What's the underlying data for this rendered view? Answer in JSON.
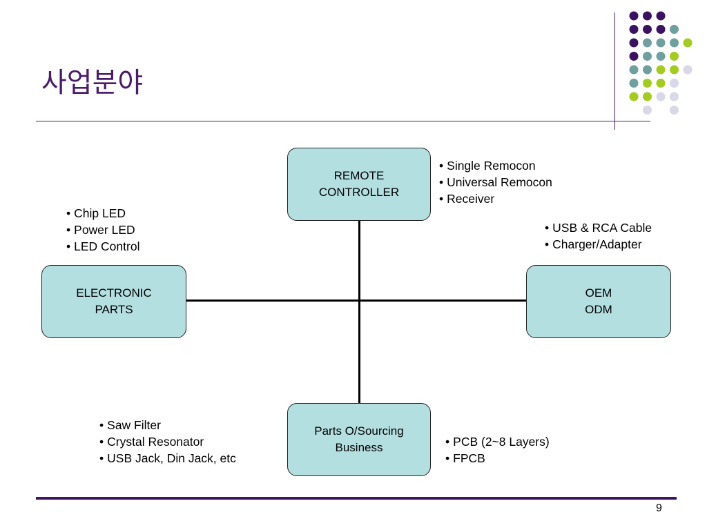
{
  "slide": {
    "title": "사업분야",
    "page_number": "9"
  },
  "colors": {
    "accent_purple": "#4a1a6b",
    "box_fill": "#b4dfe1",
    "dot_purple": "#3b1260",
    "dot_teal": "#6f9f9f",
    "dot_lime": "#a4cc1c",
    "dot_lavender": "#d8d8e8"
  },
  "diagram": {
    "nodes": {
      "remote": {
        "line1": "REMOTE",
        "line2": "CONTROLLER"
      },
      "electronic": {
        "line1": "ELECTRONIC",
        "line2": "PARTS"
      },
      "oem": {
        "line1": "OEM",
        "line2": "ODM"
      },
      "sourcing": {
        "line1": "Parts O/Sourcing",
        "line2": "Business"
      }
    },
    "bullets": {
      "remote": [
        "Single Remocon",
        "Universal Remocon",
        "Receiver"
      ],
      "electronic": [
        "Chip LED",
        "Power LED",
        "LED Control"
      ],
      "oem": [
        "USB & RCA Cable",
        "Charger/Adapter"
      ],
      "sourcing_left": [
        "Saw Filter",
        "Crystal Resonator",
        "USB Jack, Din Jack, etc"
      ],
      "sourcing_right": [
        "PCB (2~8 Layers)",
        "FPCB"
      ]
    }
  }
}
